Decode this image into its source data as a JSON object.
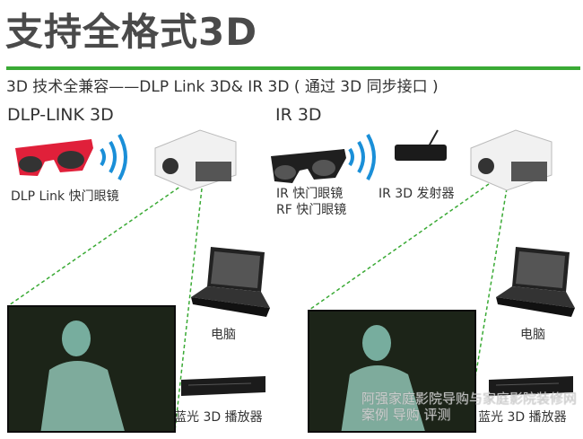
{
  "title": "支持全格式3D",
  "subtitle": "3D 技术全兼容——DLP Link 3D& IR 3D ( 通过 3D 同步接口 )",
  "colors": {
    "accent_green": "#3aaa35",
    "signal_blue": "#1a8fd8",
    "dlp_glasses_red": "#e0203a"
  },
  "left": {
    "heading": "DLP-LINK 3D",
    "glasses_label": "DLP Link 快门眼镜",
    "laptop_label": "电脑",
    "player_label": "蓝光 3D 播放器"
  },
  "right": {
    "heading": "IR 3D",
    "glasses_label_1": "IR 快门眼镜",
    "glasses_label_2": "RF 快门眼镜",
    "emitter_label": "IR 3D 发射器",
    "laptop_label": "电脑",
    "player_label": "蓝光 3D 播放器"
  },
  "watermark": {
    "line1": "阿强家庭影院导购与家庭影院装修网",
    "line2": "案例 导购 评测"
  }
}
